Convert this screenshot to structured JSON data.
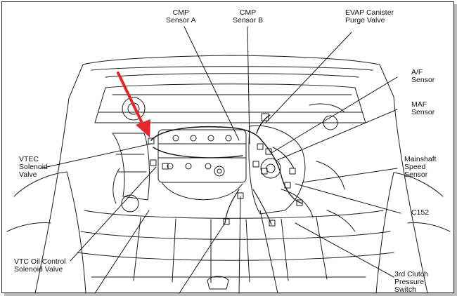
{
  "labels": {
    "cmp_a": [
      "CMP",
      "Sensor A"
    ],
    "cmp_b": [
      "CMP",
      "Sensor B"
    ],
    "evap": [
      "EVAP Canister",
      "Purge Valve"
    ],
    "af": [
      "A/F",
      "Sensor"
    ],
    "maf": [
      "MAF",
      "Sensor"
    ],
    "mainshaft": [
      "Mainshaft",
      "Speed",
      "Sensor"
    ],
    "c152": [
      "C152"
    ],
    "clutch": [
      "3rd Clutch",
      "Pressure",
      "Switch"
    ],
    "vtec": [
      "VTEC",
      "Solenoid",
      "Valve"
    ],
    "vtc": [
      "VTC Oil Control",
      "Solenoid Valve"
    ]
  },
  "colors": {
    "arrow": "#e8262a",
    "ink": "#1a1a1a"
  }
}
